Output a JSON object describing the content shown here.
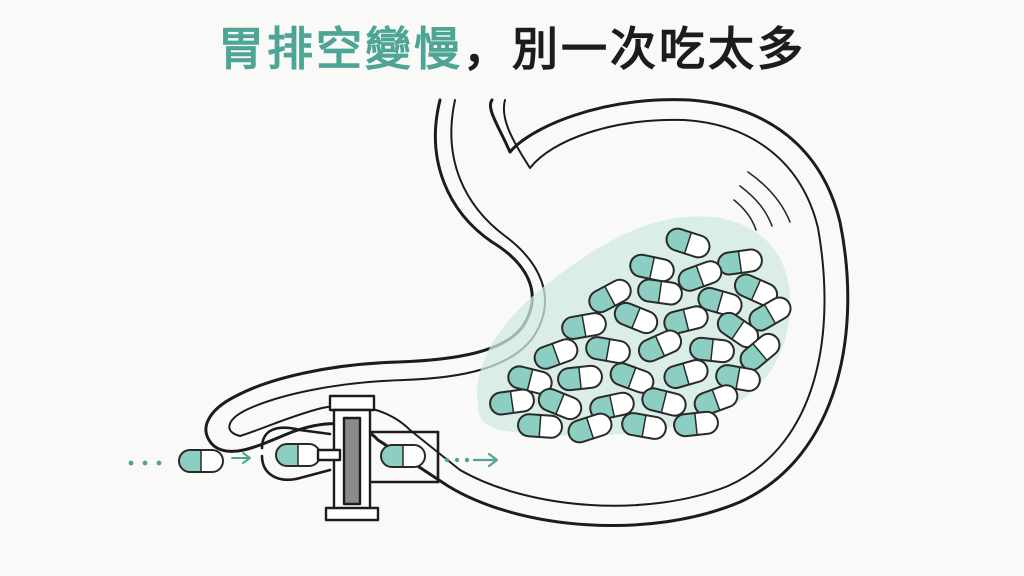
{
  "title": {
    "highlight": "胃排空變慢",
    "rest": "，別一次吃太多"
  },
  "colors": {
    "accent": "#4ea596",
    "capsule_teal": "#8ccfc2",
    "capsule_white": "#ffffff",
    "outline": "#1c1c1c",
    "contents_wash": "#cfe8e2"
  },
  "icons": [
    "stomach-outline",
    "pyloric-valve-gate",
    "capsule-pill",
    "flow-arrow"
  ]
}
